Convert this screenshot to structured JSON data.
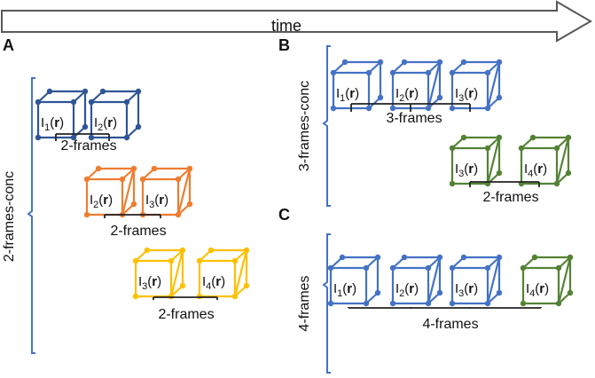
{
  "timeline": {
    "label": "time"
  },
  "colors": {
    "blue": "#4472c4",
    "navy": "#2f5597",
    "orange": "#ed7d31",
    "yellow": "#ffc000",
    "green": "#548235",
    "bracket": "#4472c4",
    "arrow_stroke": "#595959",
    "arrow_fill": "#ffffff"
  },
  "panels": {
    "A": {
      "letter": "A",
      "side_label": "2-frames-conc",
      "groups": [
        {
          "cubes": [
            {
              "label": "I1(r)",
              "color": "navy",
              "diag": false
            },
            {
              "label": "I2(r)",
              "color": "navy",
              "diag": false
            }
          ],
          "caption": "2-frames"
        },
        {
          "cubes": [
            {
              "label": "I2(r)",
              "color": "orange",
              "diag": true
            },
            {
              "label": "I3(r)",
              "color": "orange",
              "diag": true
            }
          ],
          "caption": "2-frames"
        },
        {
          "cubes": [
            {
              "label": "I3(r)",
              "color": "yellow",
              "diag": true
            },
            {
              "label": "I4(r)",
              "color": "yellow",
              "diag": true
            }
          ],
          "caption": "2-frames"
        }
      ]
    },
    "B": {
      "letter": "B",
      "side_label": "3-frames-conc",
      "groups": [
        {
          "cubes": [
            {
              "label": "I1(r)",
              "color": "blue",
              "diag": false
            },
            {
              "label": "I2(r)",
              "color": "blue",
              "diag": true
            },
            {
              "label": "I3(r)",
              "color": "blue",
              "diag": true
            }
          ],
          "caption": "3-frames"
        },
        {
          "cubes": [
            {
              "label": "I3(r)",
              "color": "green",
              "diag": true
            },
            {
              "label": "I4(r)",
              "color": "green",
              "diag": true
            }
          ],
          "caption": "2-frames"
        }
      ]
    },
    "C": {
      "letter": "C",
      "side_label": "4-frames",
      "groups": [
        {
          "cubes": [
            {
              "label": "I1(r)",
              "color": "blue",
              "diag": false
            },
            {
              "label": "I2(r)",
              "color": "blue",
              "diag": true
            },
            {
              "label": "I3(r)",
              "color": "blue",
              "diag": true
            },
            {
              "label": "I4(r)",
              "color": "green",
              "diag": true
            }
          ],
          "caption": "4-frames"
        }
      ]
    }
  }
}
